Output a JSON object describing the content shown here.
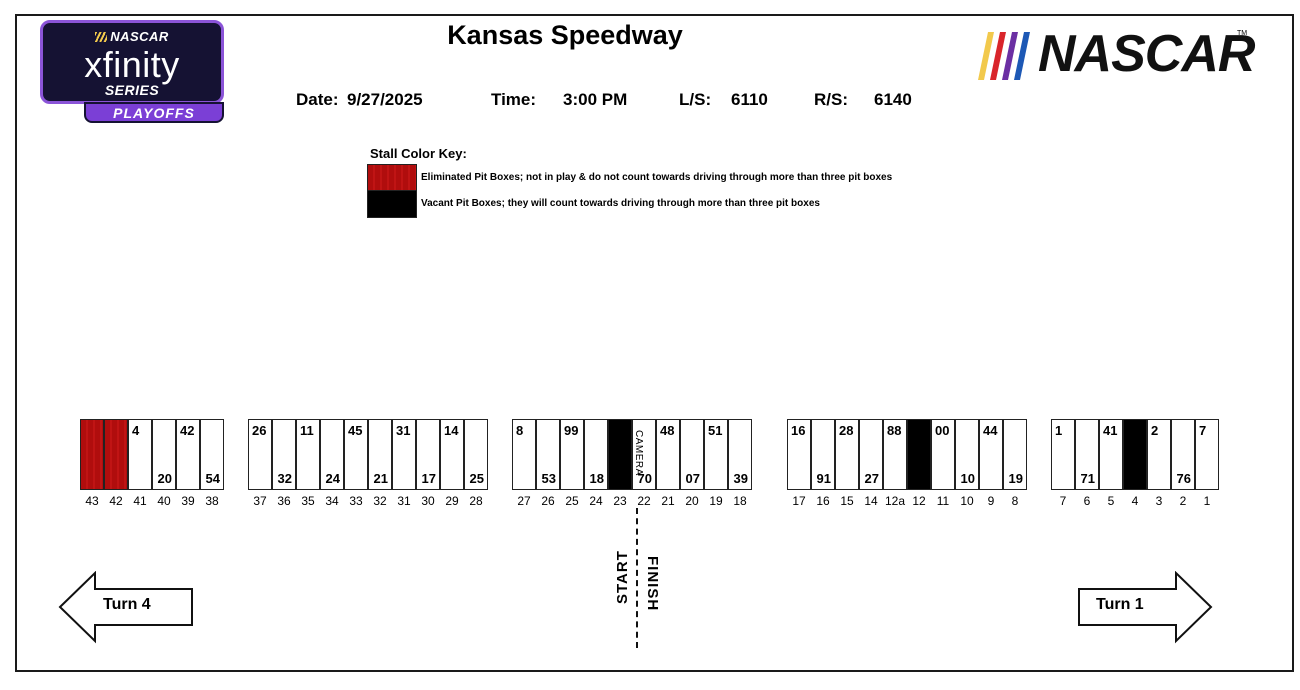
{
  "header": {
    "title": "Kansas Speedway",
    "date_label": "Date:",
    "date": "9/27/2025",
    "time_label": "Time:",
    "time": "3:00 PM",
    "ls_label": "L/S:",
    "ls": "6110",
    "rs_label": "R/S:",
    "rs": "6140"
  },
  "logos": {
    "series": {
      "top": "NASCAR",
      "brand": "xfinity",
      "series": "SERIES",
      "ribbon": "PLAYOFFS"
    },
    "nascar": {
      "word": "NASCAR",
      "tm": "TM",
      "stripe_colors": [
        "#f2c94c",
        "#d9252b",
        "#6b2fa3",
        "#1d58b5"
      ]
    }
  },
  "key": {
    "title": "Stall Color Key:",
    "eliminated": "Eliminated Pit Boxes; not in play & do not count towards driving through more than three pit boxes",
    "vacant": "Vacant Pit Boxes; they will count towards driving through more than three pit boxes",
    "colors": {
      "eliminated": "#b00d0d",
      "vacant": "#000000"
    }
  },
  "stalls": [
    {
      "n": "43",
      "car": "",
      "status": "eliminated"
    },
    {
      "n": "42",
      "car": "",
      "status": "eliminated"
    },
    {
      "n": "41",
      "car": "4"
    },
    {
      "n": "40",
      "car": "20"
    },
    {
      "n": "39",
      "car": "42"
    },
    {
      "n": "38",
      "car": "54"
    },
    {
      "n": "37",
      "car": "26"
    },
    {
      "n": "36",
      "car": "32"
    },
    {
      "n": "35",
      "car": "11"
    },
    {
      "n": "34",
      "car": "24"
    },
    {
      "n": "33",
      "car": "45"
    },
    {
      "n": "32",
      "car": "21"
    },
    {
      "n": "31",
      "car": "31"
    },
    {
      "n": "30",
      "car": "17"
    },
    {
      "n": "29",
      "car": "14"
    },
    {
      "n": "28",
      "car": "25"
    },
    {
      "n": "27",
      "car": "8"
    },
    {
      "n": "26",
      "car": "53"
    },
    {
      "n": "25",
      "car": "99"
    },
    {
      "n": "24",
      "car": "18"
    },
    {
      "n": "23",
      "car": "",
      "status": "vacant"
    },
    {
      "n": "22",
      "car": "70"
    },
    {
      "n": "21",
      "car": "48"
    },
    {
      "n": "20",
      "car": "07"
    },
    {
      "n": "19",
      "car": "51"
    },
    {
      "n": "18",
      "car": "39"
    },
    {
      "n": "17",
      "car": "16"
    },
    {
      "n": "16",
      "car": "91"
    },
    {
      "n": "15",
      "car": "28"
    },
    {
      "n": "14",
      "car": "27"
    },
    {
      "n": "12a",
      "car": "88"
    },
    {
      "n": "12",
      "car": "",
      "status": "vacant"
    },
    {
      "n": "11",
      "car": "00"
    },
    {
      "n": "10",
      "car": "10"
    },
    {
      "n": "9",
      "car": "44"
    },
    {
      "n": "8",
      "car": "19"
    },
    {
      "n": "7",
      "car": "1"
    },
    {
      "n": "6",
      "car": "71"
    },
    {
      "n": "5",
      "car": "41"
    },
    {
      "n": "4",
      "car": "",
      "status": "vacant"
    },
    {
      "n": "3",
      "car": "2"
    },
    {
      "n": "2",
      "car": "76"
    },
    {
      "n": "1",
      "car": "7"
    }
  ],
  "track": {
    "camera": "CAMERA",
    "start": "START",
    "finish": "FINISH",
    "turn_left": "Turn 4",
    "turn_right": "Turn 1"
  }
}
